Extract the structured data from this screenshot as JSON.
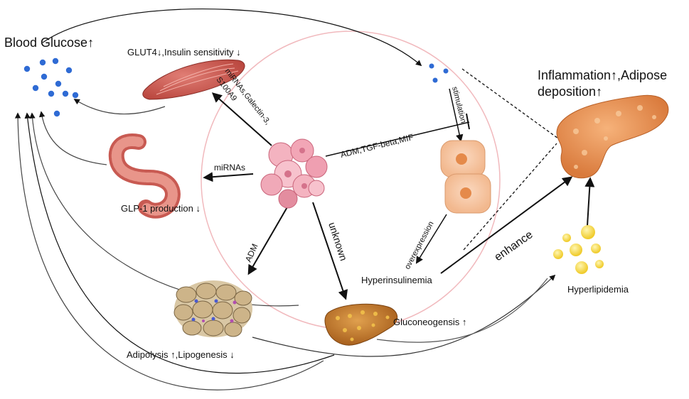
{
  "labels": {
    "blood_glucose": "Blood Glucose↑",
    "glut4": "GLUT4↓,Insulin sensitivity ↓",
    "mirnas_galectin": "miRNAs,Galectin-3,",
    "s100a9": "S100A9",
    "mirnas": "miRNAs",
    "glp1": "GLP-1 production ↓",
    "adm_tgf": "ADM,TGF-beta,MIF",
    "stimulation": "stimulation",
    "overexpression": "overexpression",
    "hyperinsulinemia": "Hyperinsulinemia",
    "enhance": "enhance",
    "inflammation": "Inflammation↑,Adipose",
    "deposition": "deposition↑",
    "hyperlipidemia": "Hyperlipidemia",
    "adm": "ADM",
    "unknown": "unknown",
    "gluconeogenesis": "Gluconeogensis ↑",
    "adipolysis": "Adipolysis ↑,Lipogenesis ↓"
  }
}
